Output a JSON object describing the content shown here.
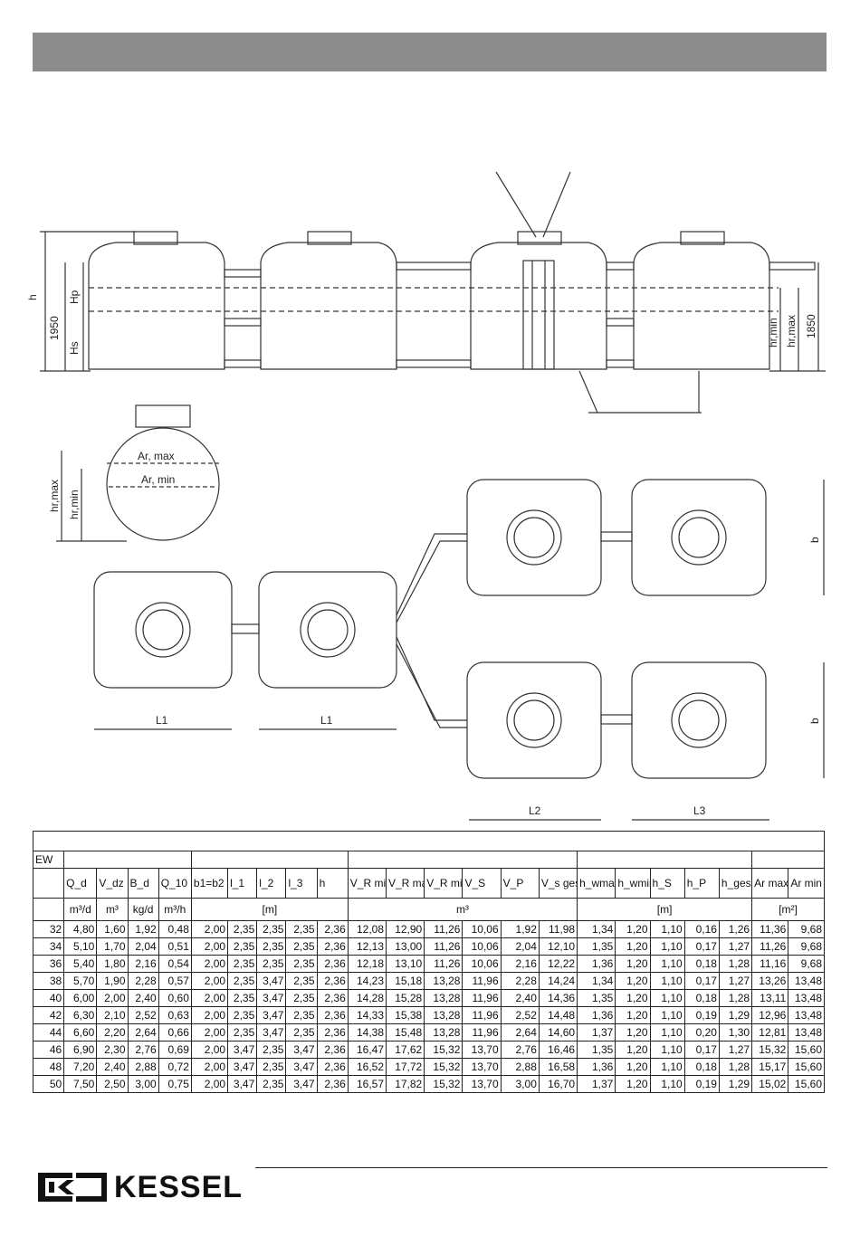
{
  "drawing": {
    "dim_h": "h",
    "dim_1950": "1950",
    "dim_hp": "Hp",
    "dim_hs": "Hs",
    "dim_hrmin_side": "hr,min",
    "dim_hrmax_side": "hr,max",
    "dim_1850": "1850",
    "cross_armax": "Ar, max",
    "cross_armin": "Ar, min",
    "cross_hrmax": "hr,max",
    "cross_hrmin": "hr,min",
    "plan_l1_a": "L1",
    "plan_l1_b": "L1",
    "plan_l2": "L2",
    "plan_l3": "L3",
    "plan_b_top": "b",
    "plan_b_bottom": "b"
  },
  "table": {
    "ew_label": "EW",
    "columns": [
      "Q_d",
      "V_dz",
      "B_d",
      "Q_10",
      "b1=b2",
      "l_1",
      "l_2",
      "l_3",
      "h",
      "V_R mittel",
      "V_R max",
      "V_R min",
      "V_S",
      "V_P",
      "V_s ges",
      "h_wmax",
      "h_wmin",
      "h_S",
      "h_P",
      "h_ges",
      "Ar max",
      "Ar min"
    ],
    "units": {
      "q": "m³/d",
      "v": "m³",
      "b": "kg/d",
      "q10": "m³/h",
      "m": "[m]",
      "m3": "m³",
      "m_second": "[m]",
      "m2": "[m²]"
    },
    "rows": [
      [
        "32",
        "4,80",
        "1,60",
        "1,92",
        "0,48",
        "2,00",
        "2,35",
        "2,35",
        "2,35",
        "2,36",
        "12,08",
        "12,90",
        "11,26",
        "10,06",
        "1,92",
        "11,98",
        "1,34",
        "1,20",
        "1,10",
        "0,16",
        "1,26",
        "11,36",
        "9,68"
      ],
      [
        "34",
        "5,10",
        "1,70",
        "2,04",
        "0,51",
        "2,00",
        "2,35",
        "2,35",
        "2,35",
        "2,36",
        "12,13",
        "13,00",
        "11,26",
        "10,06",
        "2,04",
        "12,10",
        "1,35",
        "1,20",
        "1,10",
        "0,17",
        "1,27",
        "11,26",
        "9,68"
      ],
      [
        "36",
        "5,40",
        "1,80",
        "2,16",
        "0,54",
        "2,00",
        "2,35",
        "2,35",
        "2,35",
        "2,36",
        "12,18",
        "13,10",
        "11,26",
        "10,06",
        "2,16",
        "12,22",
        "1,36",
        "1,20",
        "1,10",
        "0,18",
        "1,28",
        "11,16",
        "9,68"
      ],
      [
        "38",
        "5,70",
        "1,90",
        "2,28",
        "0,57",
        "2,00",
        "2,35",
        "3,47",
        "2,35",
        "2,36",
        "14,23",
        "15,18",
        "13,28",
        "11,96",
        "2,28",
        "14,24",
        "1,34",
        "1,20",
        "1,10",
        "0,17",
        "1,27",
        "13,26",
        "13,48"
      ],
      [
        "40",
        "6,00",
        "2,00",
        "2,40",
        "0,60",
        "2,00",
        "2,35",
        "3,47",
        "2,35",
        "2,36",
        "14,28",
        "15,28",
        "13,28",
        "11,96",
        "2,40",
        "14,36",
        "1,35",
        "1,20",
        "1,10",
        "0,18",
        "1,28",
        "13,11",
        "13,48"
      ],
      [
        "42",
        "6,30",
        "2,10",
        "2,52",
        "0,63",
        "2,00",
        "2,35",
        "3,47",
        "2,35",
        "2,36",
        "14,33",
        "15,38",
        "13,28",
        "11,96",
        "2,52",
        "14,48",
        "1,36",
        "1,20",
        "1,10",
        "0,19",
        "1,29",
        "12,96",
        "13,48"
      ],
      [
        "44",
        "6,60",
        "2,20",
        "2,64",
        "0,66",
        "2,00",
        "2,35",
        "3,47",
        "2,35",
        "2,36",
        "14,38",
        "15,48",
        "13,28",
        "11,96",
        "2,64",
        "14,60",
        "1,37",
        "1,20",
        "1,10",
        "0,20",
        "1,30",
        "12,81",
        "13,48"
      ],
      [
        "46",
        "6,90",
        "2,30",
        "2,76",
        "0,69",
        "2,00",
        "3,47",
        "2,35",
        "3,47",
        "2,36",
        "16,47",
        "17,62",
        "15,32",
        "13,70",
        "2,76",
        "16,46",
        "1,35",
        "1,20",
        "1,10",
        "0,17",
        "1,27",
        "15,32",
        "15,60"
      ],
      [
        "48",
        "7,20",
        "2,40",
        "2,88",
        "0,72",
        "2,00",
        "3,47",
        "2,35",
        "3,47",
        "2,36",
        "16,52",
        "17,72",
        "15,32",
        "13,70",
        "2,88",
        "16,58",
        "1,36",
        "1,20",
        "1,10",
        "0,18",
        "1,28",
        "15,17",
        "15,60"
      ],
      [
        "50",
        "7,50",
        "2,50",
        "3,00",
        "0,75",
        "2,00",
        "3,47",
        "2,35",
        "3,47",
        "2,36",
        "16,57",
        "17,82",
        "15,32",
        "13,70",
        "3,00",
        "16,70",
        "1,37",
        "1,20",
        "1,10",
        "0,19",
        "1,29",
        "15,02",
        "15,60"
      ]
    ]
  },
  "brand": {
    "name": "KESSEL"
  }
}
